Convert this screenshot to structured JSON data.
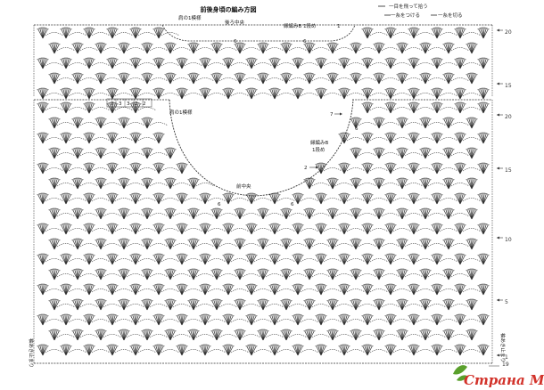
{
  "title": "前後身頃の編み方図",
  "legend": {
    "cut": "一目を飛って拾う",
    "attach": "一糸をつける",
    "fasten": "一糸を切る"
  },
  "labels": {
    "back_center": "後ろ中央",
    "front_center": "前中央",
    "shoulder_top": "肩の1模様",
    "shoulder_mid": "肩の1模様",
    "edge_row1_top": "縁編みB 1段め",
    "edge_row1_mid": "縁編みB",
    "edge_row1_mid2": "1段め",
    "armhole_right": "袖あき止まり",
    "armhole_left": "袖あき止まり",
    "step_numbers": [
      "2",
      "3",
      "3",
      "2",
      "2"
    ],
    "arrow_2": "2",
    "arrow_7": "7",
    "arrow_1": "1",
    "six_a": "6",
    "six_b": "6",
    "six_c": "6",
    "six_d": "6",
    "six_e": "6"
  },
  "row_numbers": {
    "top_20": "20",
    "top_15": "15",
    "mid_20": "20",
    "mid_15": "15",
    "r10": "10",
    "r5": "5",
    "r1": "1",
    "r19": "19"
  },
  "watermark": {
    "text": "Страна Мам",
    "color": "#d2322a",
    "leaf_color": "#5aa02c"
  }
}
